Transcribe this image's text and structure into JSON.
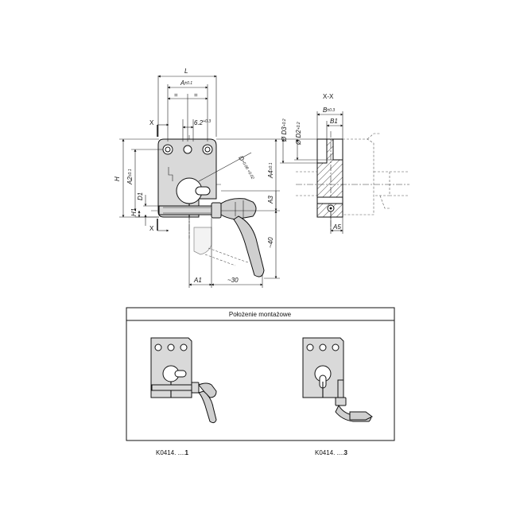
{
  "dimensions": {
    "L": "L",
    "A": "A",
    "A_tol": "±0.1",
    "eq1": "=",
    "eq2": "=",
    "d62": "6.2",
    "d62_tol": "+0.3",
    "H": "H",
    "A2": "A2",
    "A2_tol": "±0.1",
    "D1": "D1",
    "H1": "H1",
    "D": "D",
    "D_tol": "+0.06 +0.02",
    "A4": "A4",
    "A4_tol": "±0.1",
    "A3": "A3",
    "d40": "~40",
    "A1": "A1",
    "d30": "~30",
    "section_x_top": "X",
    "section_x_bottom": "X",
    "section_title": "X-X",
    "B": "B",
    "B_tol": "±0.3",
    "B1": "B1",
    "D3": "Ø D3",
    "D3_tol": "+0.2",
    "D2": "Ø D2",
    "D2_tol": "+0.2",
    "A5": "A5"
  },
  "mounting": {
    "title": "Położenie montażowe",
    "caption1_prefix": "K0414. ....",
    "caption1_suffix": "1",
    "caption2_prefix": "K0414. ....",
    "caption2_suffix": "3"
  }
}
